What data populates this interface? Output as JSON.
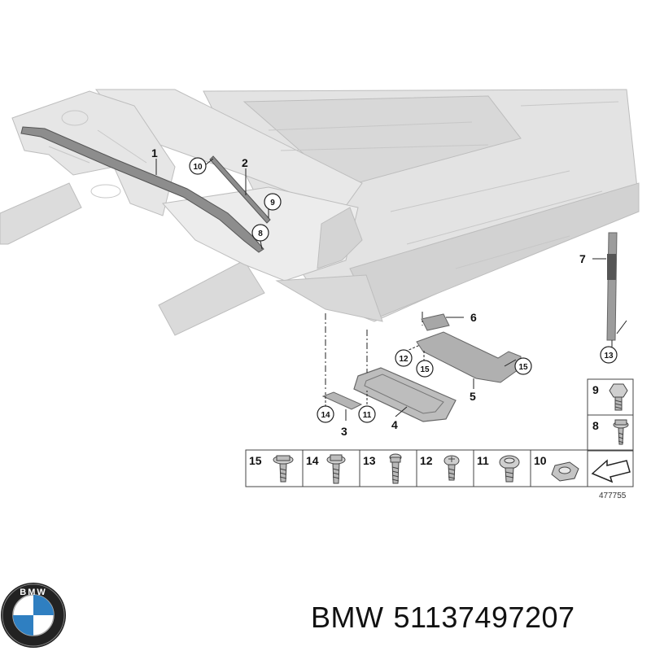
{
  "callouts": {
    "c1": "1",
    "c2": "2",
    "c3": "3",
    "c4": "4",
    "c5": "5",
    "c6": "6",
    "c7": "7"
  },
  "circled": {
    "c10": "10",
    "c9": "9",
    "c8": "8",
    "c12": "12",
    "c15a": "15",
    "c15b": "15",
    "c14": "14",
    "c11": "11",
    "c13": "13"
  },
  "side_legend": [
    "9",
    "8"
  ],
  "bottom_legend": [
    "15",
    "14",
    "13",
    "12",
    "11",
    "10"
  ],
  "ref_number": "477755",
  "caption": {
    "brand": "BMW",
    "part_number": "51137497207"
  },
  "logo_text": "BMW",
  "colors": {
    "frame": "#dedede",
    "frame_edge": "#b9b9b9",
    "part": "#9a9a9a",
    "ink": "#111111"
  }
}
